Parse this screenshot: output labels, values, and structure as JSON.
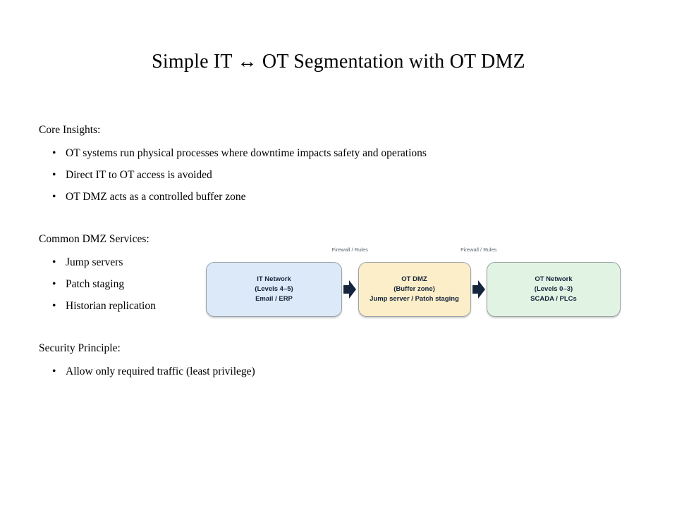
{
  "slide": {
    "title": "Simple IT ↔ OT Segmentation with OT DMZ"
  },
  "sections": [
    {
      "id": "core",
      "heading": "Core Insights:",
      "bullet_glyph": "•",
      "bullets": [
        "OT systems run physical processes where downtime impacts safety and operations",
        "Direct IT to OT access is avoided",
        "OT DMZ acts as a controlled buffer zone"
      ]
    },
    {
      "id": "dmz",
      "heading": "Common DMZ Services:",
      "bullet_glyph": "•",
      "bullets": [
        "Jump servers",
        "Patch staging",
        "Historian replication"
      ]
    },
    {
      "id": "security",
      "heading": "Security Principle:",
      "bullet_glyph": "•",
      "bullets": [
        "Allow only required traffic (least privilege)"
      ]
    }
  ],
  "diagram": {
    "nodes": [
      {
        "id": "it-network",
        "line1": "IT Network",
        "line2": "(Levels 4–5)",
        "line3": "Email / ERP",
        "fill": "#dce9f8",
        "border": "#9aa0a6",
        "text_color": "#16243d"
      },
      {
        "id": "ot-dmz",
        "line1": "OT DMZ",
        "line2": "(Buffer zone)",
        "line3": "Jump server / Patch staging",
        "fill": "#fbeec8",
        "border": "#9aa0a6",
        "text_color": "#16243d"
      },
      {
        "id": "ot-network",
        "line1": "OT Network",
        "line2": "(Levels 0–3)",
        "line3": "SCADA / PLCs",
        "fill": "#e1f3e2",
        "border": "#9aa0a6",
        "text_color": "#16243d"
      }
    ],
    "connectors": [
      {
        "id": "fw-1",
        "label": "Firewall / Rules",
        "icon": "right-block-arrow",
        "color": "#16243d"
      },
      {
        "id": "fw-2",
        "label": "Firewall / Rules",
        "icon": "right-block-arrow",
        "color": "#16243d"
      }
    ],
    "label_color": "#5b6670"
  }
}
